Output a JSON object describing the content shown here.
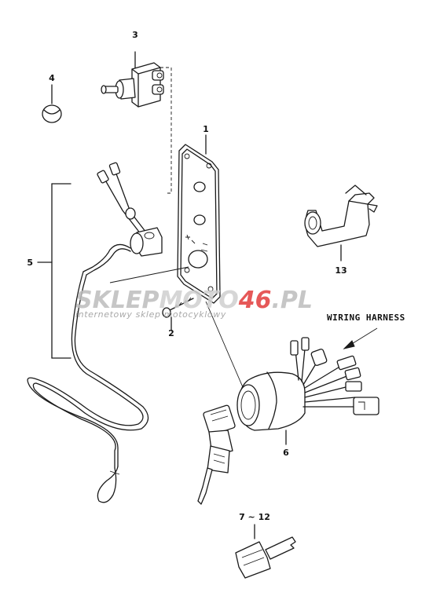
{
  "parts": {
    "p1": "1",
    "p2": "2",
    "p3": "3",
    "p4": "4",
    "p5": "5",
    "p6": "6",
    "p7_12": "7 ~ 12",
    "p13": "13"
  },
  "wiring_harness_label": "WIRING HARNESS",
  "watermark": {
    "brand_part1": "SKLEP",
    "brand_part2": "MOTO",
    "brand_part3": "46",
    "brand_part4": ".PL",
    "tagline": "internetowy sklep motocyklowy",
    "colors": {
      "gray": "#b8b8b8",
      "red": "#e23b3b"
    }
  }
}
